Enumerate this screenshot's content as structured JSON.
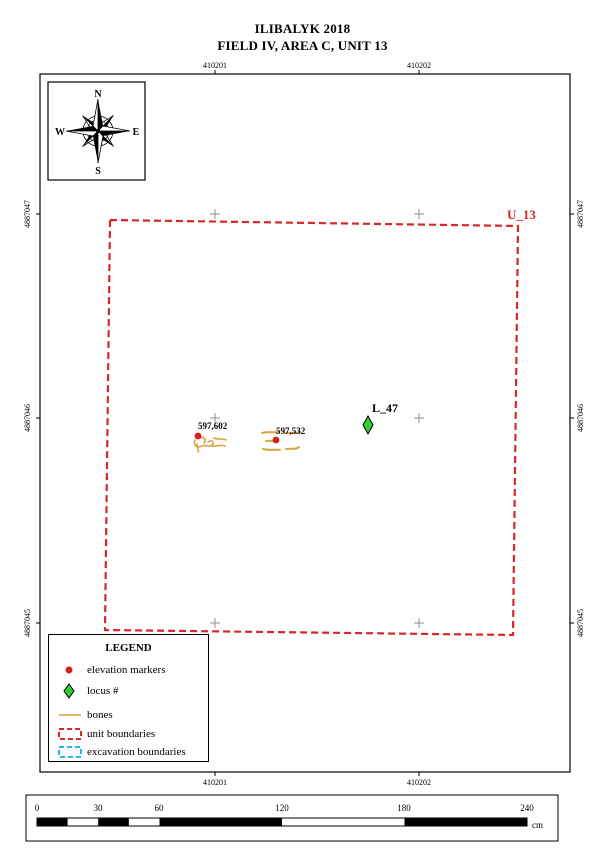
{
  "title": {
    "line1": "ILIBALYK 2018",
    "line2": "FIELD IV, AREA C, UNIT 13"
  },
  "grid": {
    "easting_labels": [
      "410201",
      "410202"
    ],
    "northing_labels": [
      "4887047",
      "4887046",
      "4887045"
    ]
  },
  "compass": {
    "north": "N",
    "south": "S",
    "east": "E",
    "west": "W"
  },
  "unit": {
    "label": "U_13",
    "color": "#d62828"
  },
  "locus": {
    "label": "L_47",
    "color": "#33cc33"
  },
  "elevation_markers": [
    {
      "label": "597,602"
    },
    {
      "label": "597,532"
    }
  ],
  "bones": {
    "color": "#d9a441"
  },
  "legend": {
    "title": "LEGEND",
    "items": [
      {
        "label": "elevation markers",
        "icon": "red-dot-icon",
        "color": "#d61f1f"
      },
      {
        "label": "locus #",
        "icon": "green-diamond-icon",
        "color": "#33cc33"
      },
      {
        "label": "bones",
        "icon": "yellow-line-icon",
        "color": "#d9a441"
      },
      {
        "label": "unit boundaries",
        "icon": "red-dashed-box-icon",
        "color": "#d62828"
      },
      {
        "label": "excavation boundaries",
        "icon": "blue-dashed-box-icon",
        "color": "#29b6e8"
      }
    ]
  },
  "scale_bar": {
    "ticks": [
      "0",
      "30",
      "60",
      "120",
      "180",
      "240"
    ],
    "unit": "cm"
  }
}
